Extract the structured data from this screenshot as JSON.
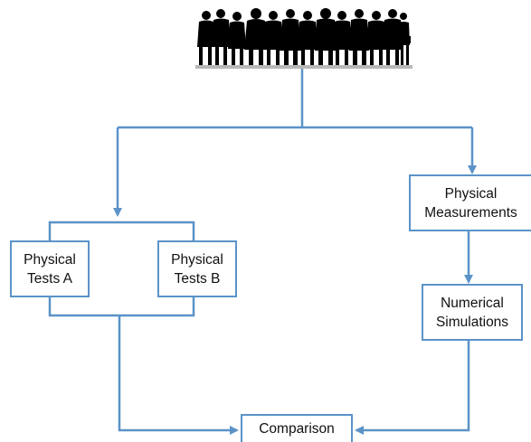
{
  "diagram": {
    "crowd": {
      "icon": "crowd-silhouette"
    },
    "nodes": {
      "tests_a": {
        "line1": "Physical",
        "line2": "Tests A"
      },
      "tests_b": {
        "line1": "Physical",
        "line2": "Tests B"
      },
      "measurements": {
        "line1": "Physical",
        "line2": "Measurements"
      },
      "simulations": {
        "line1": "Numerical",
        "line2": "Simulations"
      },
      "comparison": {
        "line1": "Comparison"
      }
    },
    "line_color": "#5b93c8",
    "text_color": "#111111"
  }
}
